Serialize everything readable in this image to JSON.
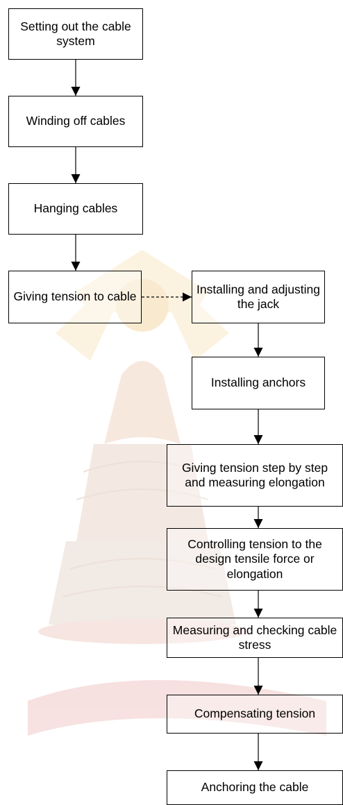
{
  "steps": {
    "s1": "Setting out the cable system",
    "s2": "Winding off cables",
    "s3": "Hanging cables",
    "s4": "Giving tension to cable",
    "s5": "Installing and adjusting the jack",
    "s6": "Installing anchors",
    "s7": "Giving tension step by step and measuring elongation",
    "s8": "Controlling tension to the design tensile force or elongation",
    "s9": "Measuring and checking cable stress",
    "s10": "Compensating tension",
    "s11": "Anchoring the cable"
  },
  "colors": {
    "line": "#000000",
    "box_border": "#000000",
    "watermark": "#f3d9cf"
  }
}
